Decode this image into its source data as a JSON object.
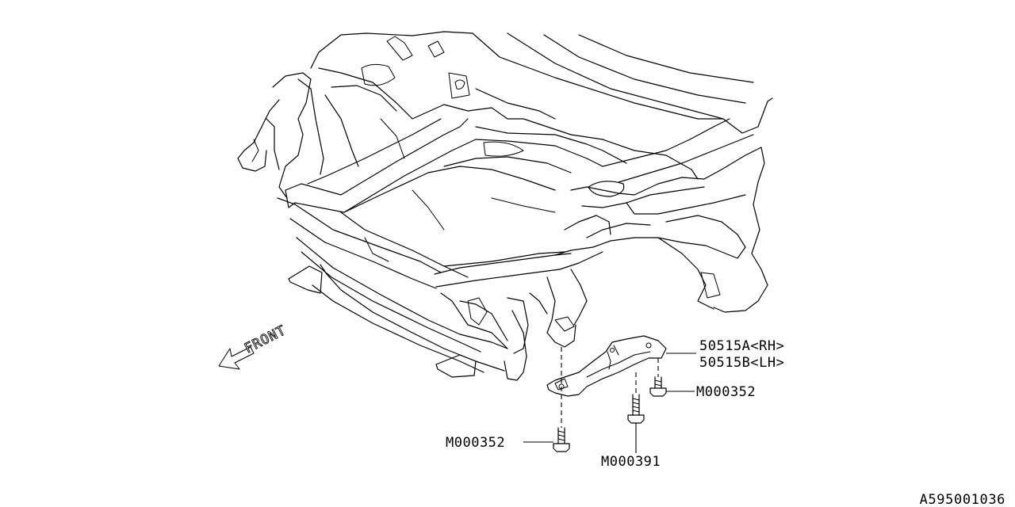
{
  "direction_label": "FRONT",
  "callouts": {
    "bracket_rh": "50515A<RH>",
    "bracket_lh": "50515B<LH>",
    "bolt_right": "M000352",
    "bolt_left": "M000352",
    "bolt_center": "M000391"
  },
  "diagram_id": "A595001036",
  "colors": {
    "line": "#000000",
    "background": "#ffffff"
  }
}
